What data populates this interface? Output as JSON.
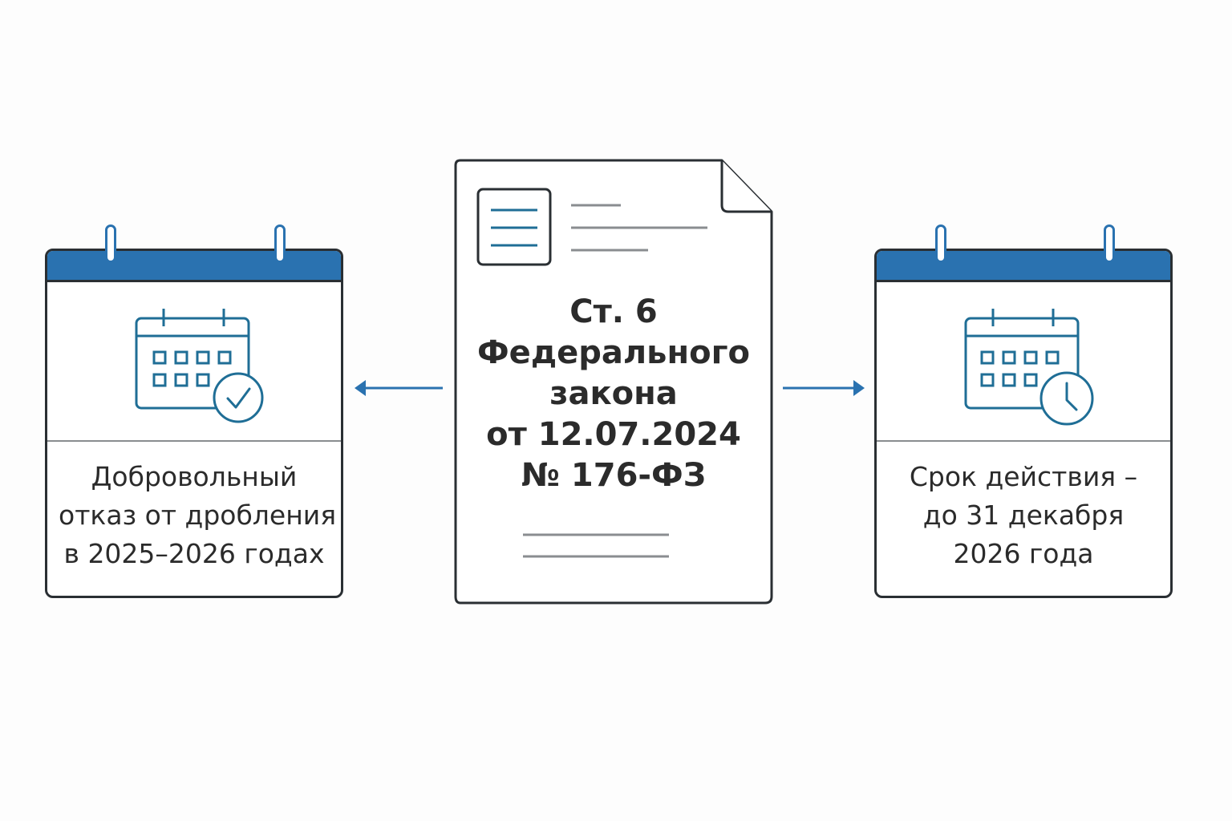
{
  "left_card": {
    "lines": [
      "Добровольный",
      "отказ от дробления",
      "в 2025–2026 годах"
    ],
    "icon": "calendar-check-icon",
    "accent_color": "#2a72b0"
  },
  "center_document": {
    "lines": [
      "Ст. 6",
      "Федерального",
      "закона",
      "от 12.07.2024",
      "№ 176-ФЗ"
    ],
    "icon": "document-icon"
  },
  "right_card": {
    "lines": [
      "Срок действия –",
      "до 31 декабря",
      "2026 года"
    ],
    "icon": "calendar-clock-icon",
    "accent_color": "#2a72b0"
  },
  "arrows": {
    "left": "arrow-left-icon",
    "right": "arrow-right-icon",
    "color": "#2a72b0"
  }
}
